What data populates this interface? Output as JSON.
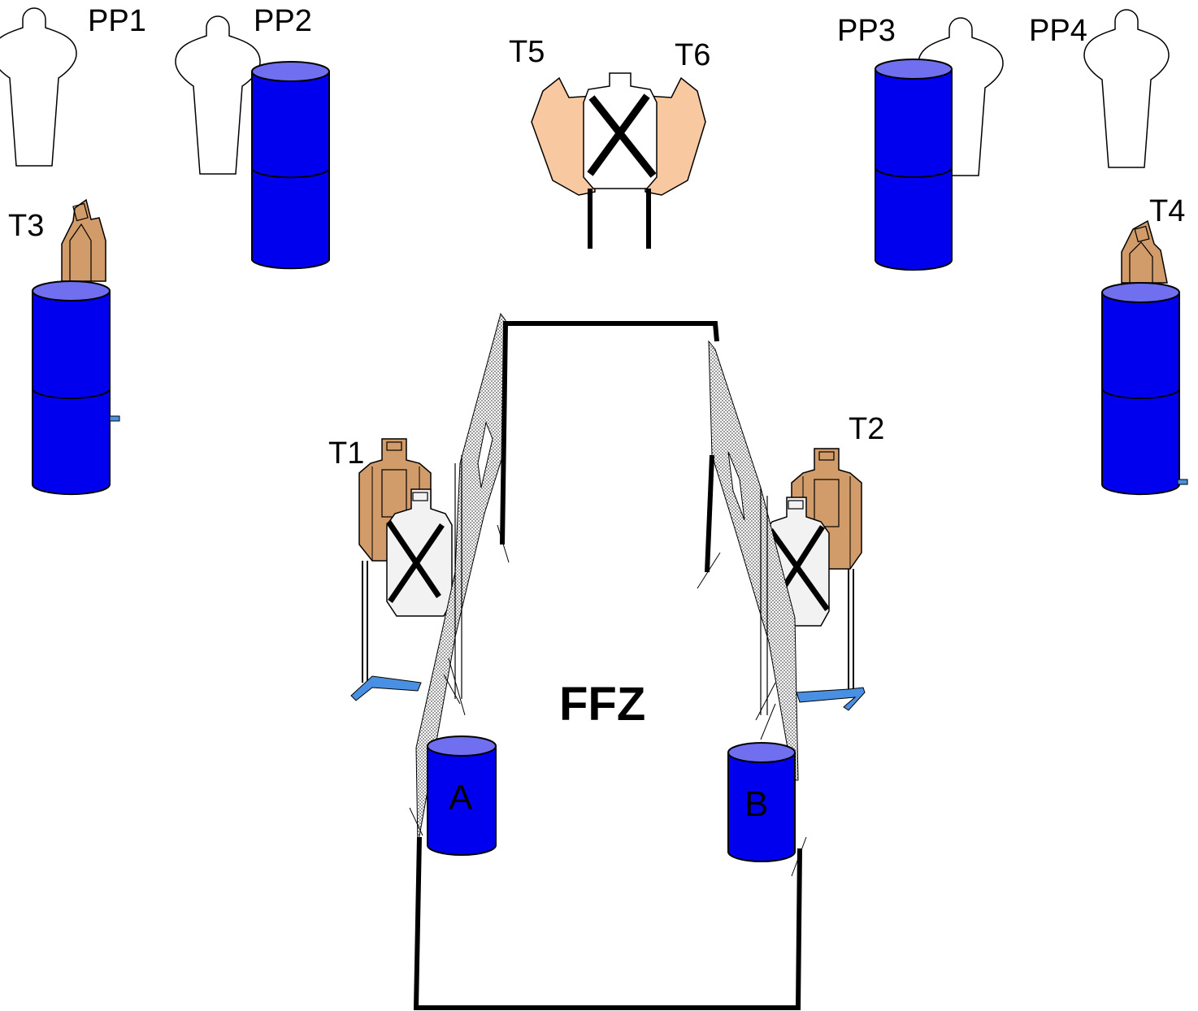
{
  "labels": {
    "pp1": "PP1",
    "pp2": "PP2",
    "pp3": "PP3",
    "pp4": "PP4",
    "t1": "T1",
    "t2": "T2",
    "t3": "T3",
    "t4": "T4",
    "t5": "T5",
    "t6": "T6",
    "zone": "FFZ",
    "barrel_a": "A",
    "barrel_b": "B"
  },
  "colors": {
    "barrel": "#0000ee",
    "barrel_top": "#6f6ff0",
    "steel_target": "#d29b6a",
    "paper_target": "#f8c9a0",
    "no_shoot": "#ffffff",
    "wall_pattern": "#9a9a9a",
    "stand": "#4a90e2"
  }
}
